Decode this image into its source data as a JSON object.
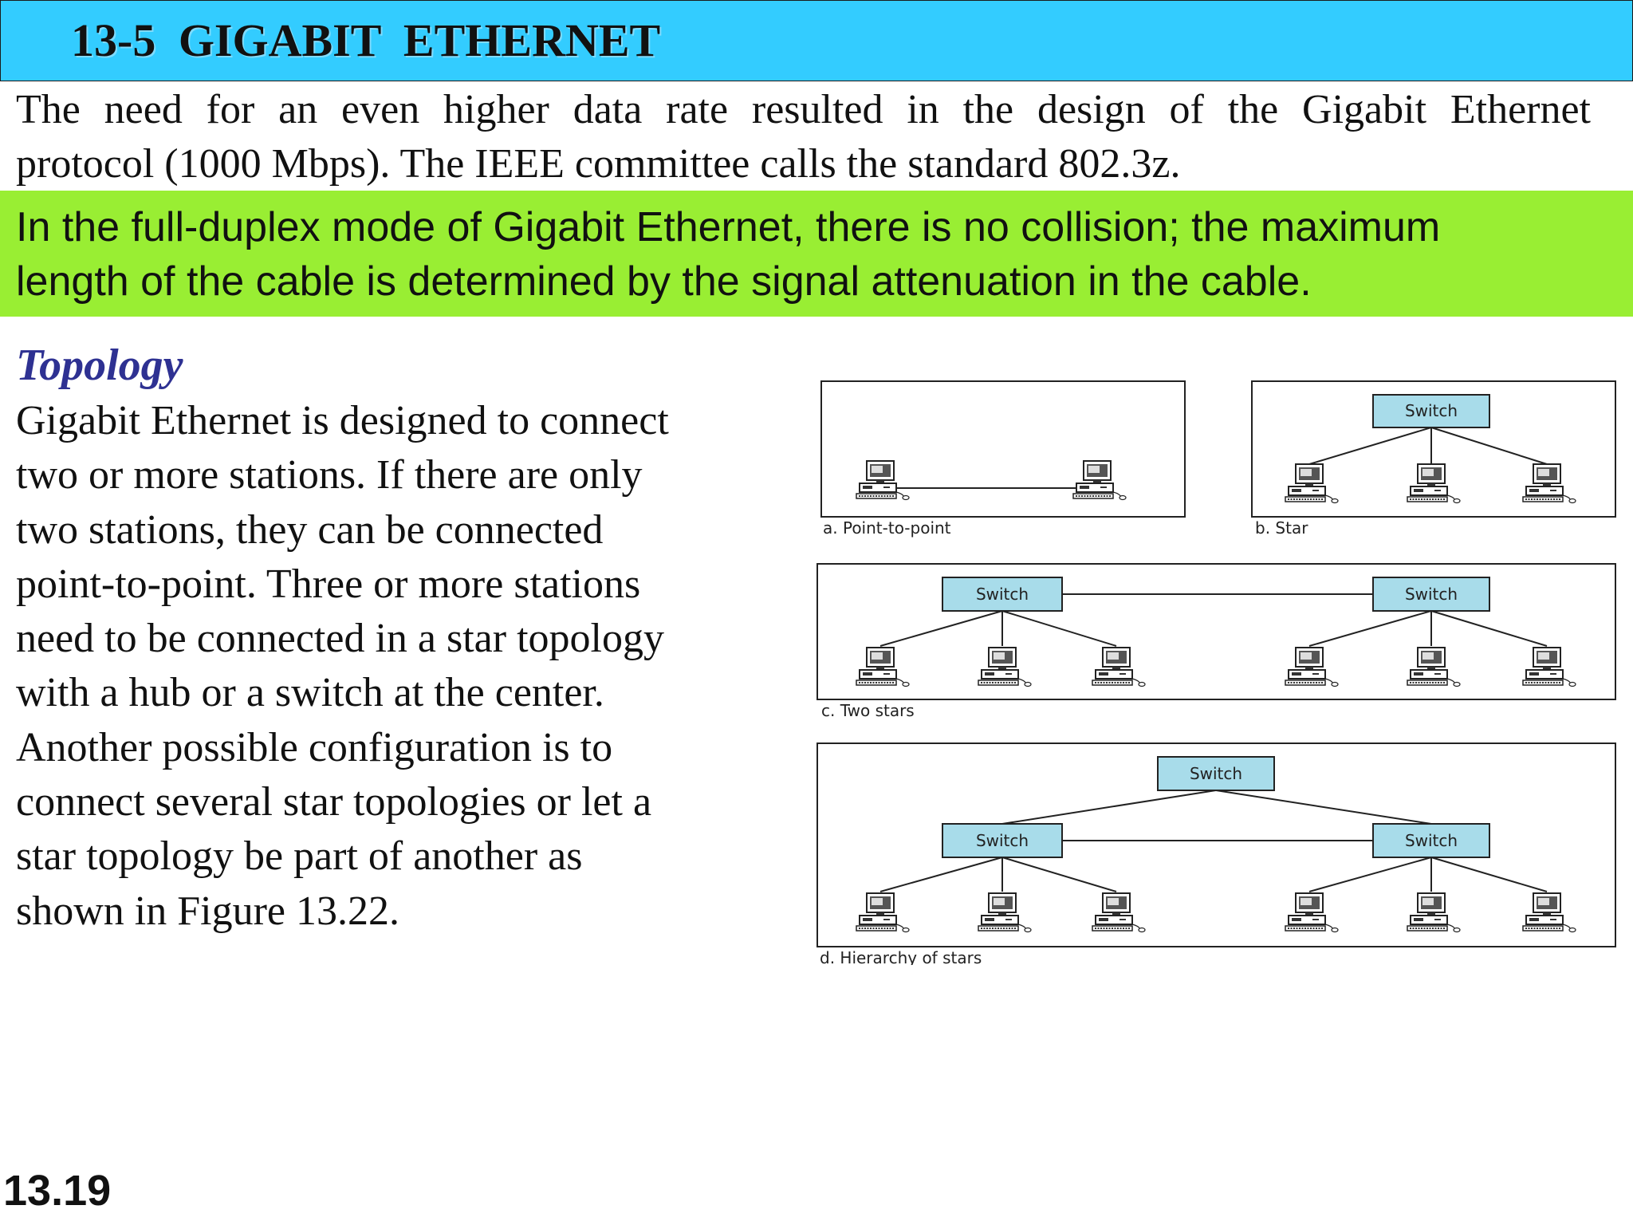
{
  "header": {
    "title": "13-5   GIGABIT ETHERNET"
  },
  "intro": {
    "line1": "The need for an even higher data rate resulted in the design of the Gigabit Ethernet",
    "line2": "protocol (1000 Mbps). The IEEE committee calls the standard 802.3z."
  },
  "note": {
    "line1": "In the full-duplex mode of Gigabit Ethernet, there is no collision; the maximum",
    "line2": "length of the cable is determined  by the signal attenuation in the cable."
  },
  "topology": {
    "heading": "Topology",
    "lines": [
      "Gigabit Ethernet is designed to connect",
      "two or more stations. If there are only",
      "two stations, they can be connected",
      "point-to-point. Three or more stations",
      "need to be connected in a star topology",
      "with a hub or a switch at the center.",
      "Another possible configuration is to",
      "connect several star topologies or let a",
      "star topology be part of another as",
      "shown in Figure 13.22."
    ]
  },
  "figure": {
    "switch_label": "Switch",
    "captions": {
      "a": "a. Point-to-point",
      "b": "b. Star",
      "c": "c. Two stars",
      "d": "d. Hierarchy of stars"
    },
    "colors": {
      "switch_fill": "#a8dcea",
      "frame": "#222222"
    }
  },
  "footer": {
    "page_number": "13.19"
  }
}
